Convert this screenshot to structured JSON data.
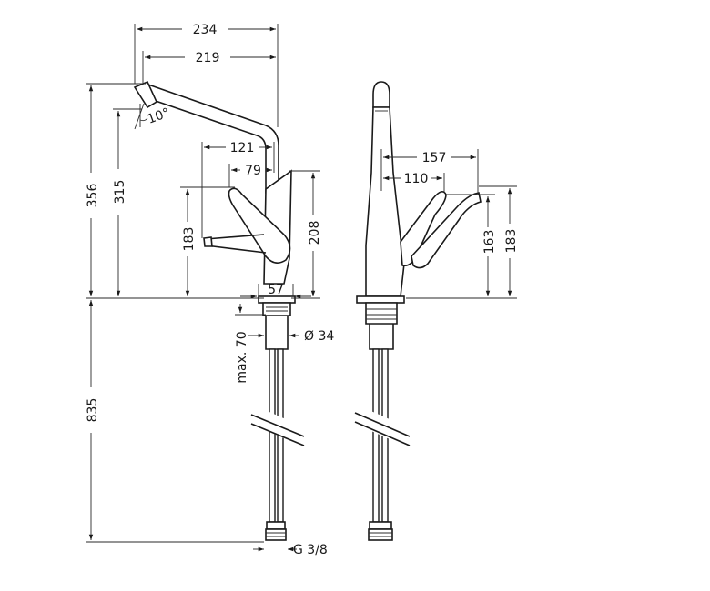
{
  "dimensions": {
    "d234": "234",
    "d219": "219",
    "d10": "10°",
    "d356": "356",
    "d315": "315",
    "d121": "121",
    "d79": "79",
    "d183_left": "183",
    "d208": "208",
    "d57": "57",
    "d70": "max. 70",
    "d34": "Ø 34",
    "d835": "835",
    "dG38": "G 3/8",
    "d157": "157",
    "d110": "110",
    "d163": "163",
    "d183_right": "183"
  }
}
